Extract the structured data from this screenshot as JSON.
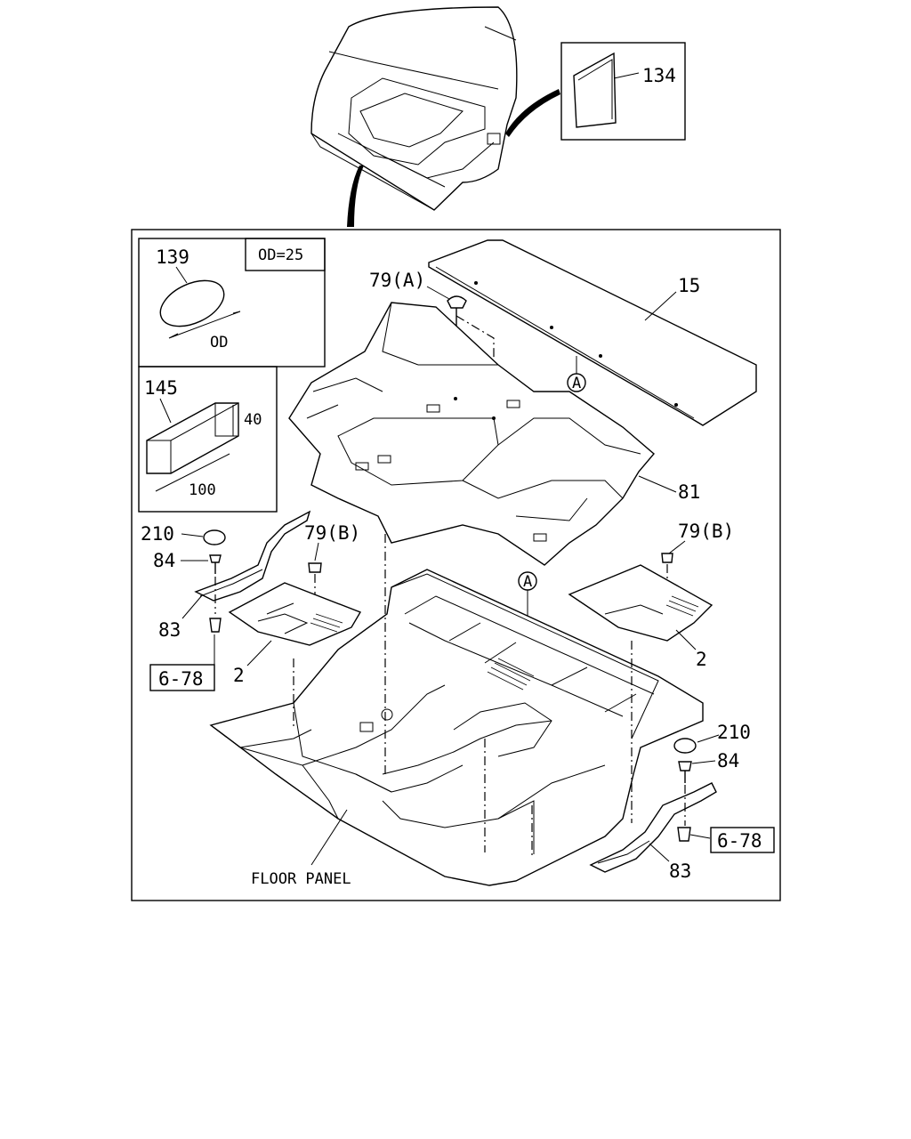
{
  "callouts": {
    "p134": "134",
    "p139": "139",
    "od_note": "OD=25",
    "od": "OD",
    "p145": "145",
    "dim40": "40",
    "dim100": "100",
    "p79a": "79(A)",
    "p15": "15",
    "pA_top": "A",
    "p81": "81",
    "p210_left": "210",
    "p84_left": "84",
    "p79b_left": "79(B)",
    "p79b_right": "79(B)",
    "pA_floor": "A",
    "p83_left": "83",
    "ref678_left": "6-78",
    "p2_left": "2",
    "p2_right": "2",
    "p210_right": "210",
    "p84_right": "84",
    "ref678_right": "6-78",
    "p83_right": "83",
    "floor_panel": "FLOOR PANEL"
  }
}
